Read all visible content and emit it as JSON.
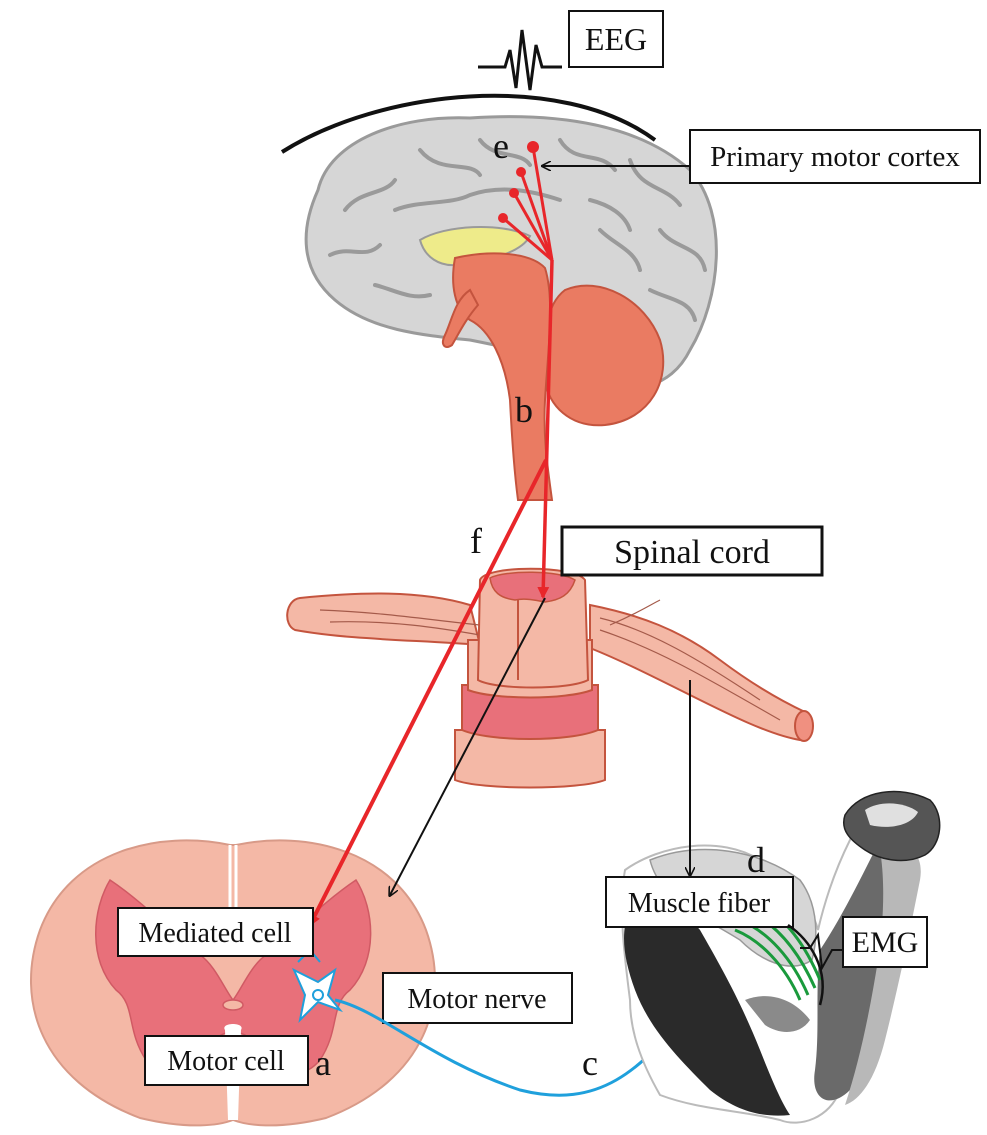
{
  "labels": {
    "eeg": "EEG",
    "primary_motor_cortex": "Primary motor cortex",
    "spinal_cord": "Spinal cord",
    "mediated_cell": "Mediated cell",
    "motor_cell": "Motor cell",
    "motor_nerve": "Motor nerve",
    "muscle_fiber": "Muscle fiber",
    "emg": "EMG"
  },
  "letters": {
    "a": "a",
    "b": "b",
    "c": "c",
    "d": "d",
    "e": "e",
    "f": "f"
  },
  "colors": {
    "pathway_red": "#e8262a",
    "nerve_blue": "#1fa0dc",
    "muscle_green": "#1a9a3c",
    "brain_gray": "#d6d6d6",
    "brainstem_salmon": "#ea7b62",
    "cord_pink": "#f4b8a6",
    "gray_matter": "#e8707a",
    "corpus_yellow": "#eeeb8a"
  }
}
